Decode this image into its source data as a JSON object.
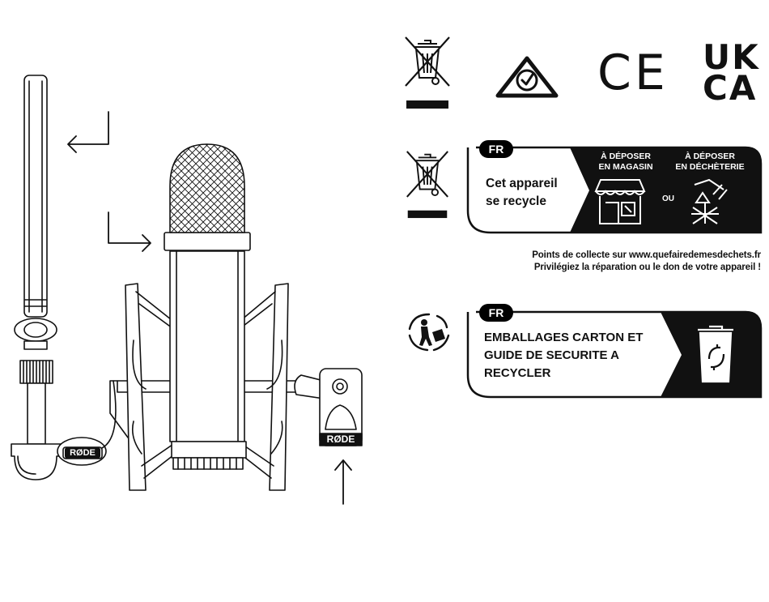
{
  "product": {
    "left_mount_logo": "RØDE",
    "right_mount_logo": "RØDE"
  },
  "compliance": {
    "marks": [
      "weee-icon",
      "rcm-icon",
      "ce-mark",
      "ukca-mark"
    ],
    "ce_text": "CE",
    "ukca_line1": "UK",
    "ukca_line2": "CA"
  },
  "recycle_card": {
    "badge": "FR",
    "line1": "Cet appareil",
    "line2": "se recycle",
    "store_label_1": "À DÉPOSER",
    "store_label_2": "EN MAGASIN",
    "or": "OU",
    "dechetterie_label_1": "À DÉPOSER",
    "dechetterie_label_2": "EN DÉCHÈTERIE"
  },
  "collection_note": {
    "line1": "Points de collecte sur www.quefairedemesdechets.fr",
    "line2": "Privilégiez la réparation ou le don de votre appareil !"
  },
  "packaging_card": {
    "badge": "FR",
    "line1": "EMBALLAGES CARTON ET",
    "line2": "GUIDE DE SECURITE A",
    "line3": "RECYCLER"
  },
  "colors": {
    "ink": "#000000",
    "background": "#ffffff"
  }
}
